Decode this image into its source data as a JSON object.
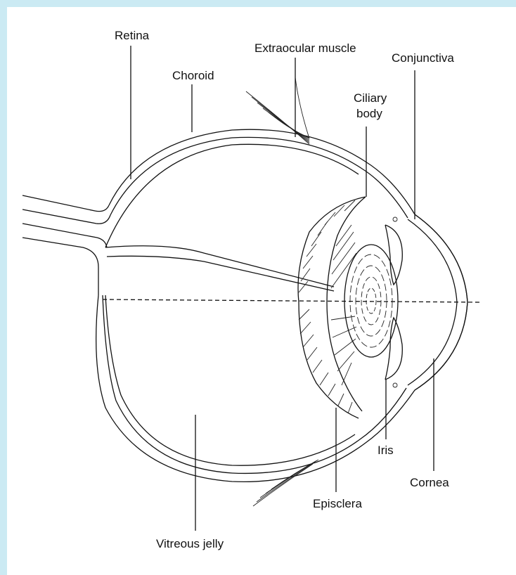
{
  "background_color": "#cbeaf3",
  "labels": {
    "retina": "Retina",
    "choroid": "Choroid",
    "extraocular_muscle": "Extraocular muscle",
    "conjunctiva": "Conjunctiva",
    "ciliary_body_line1": "Ciliary",
    "ciliary_body_line2": "body",
    "iris": "Iris",
    "cornea": "Cornea",
    "episclera": "Episclera",
    "vitreous_jelly": "Vitreous jelly"
  }
}
